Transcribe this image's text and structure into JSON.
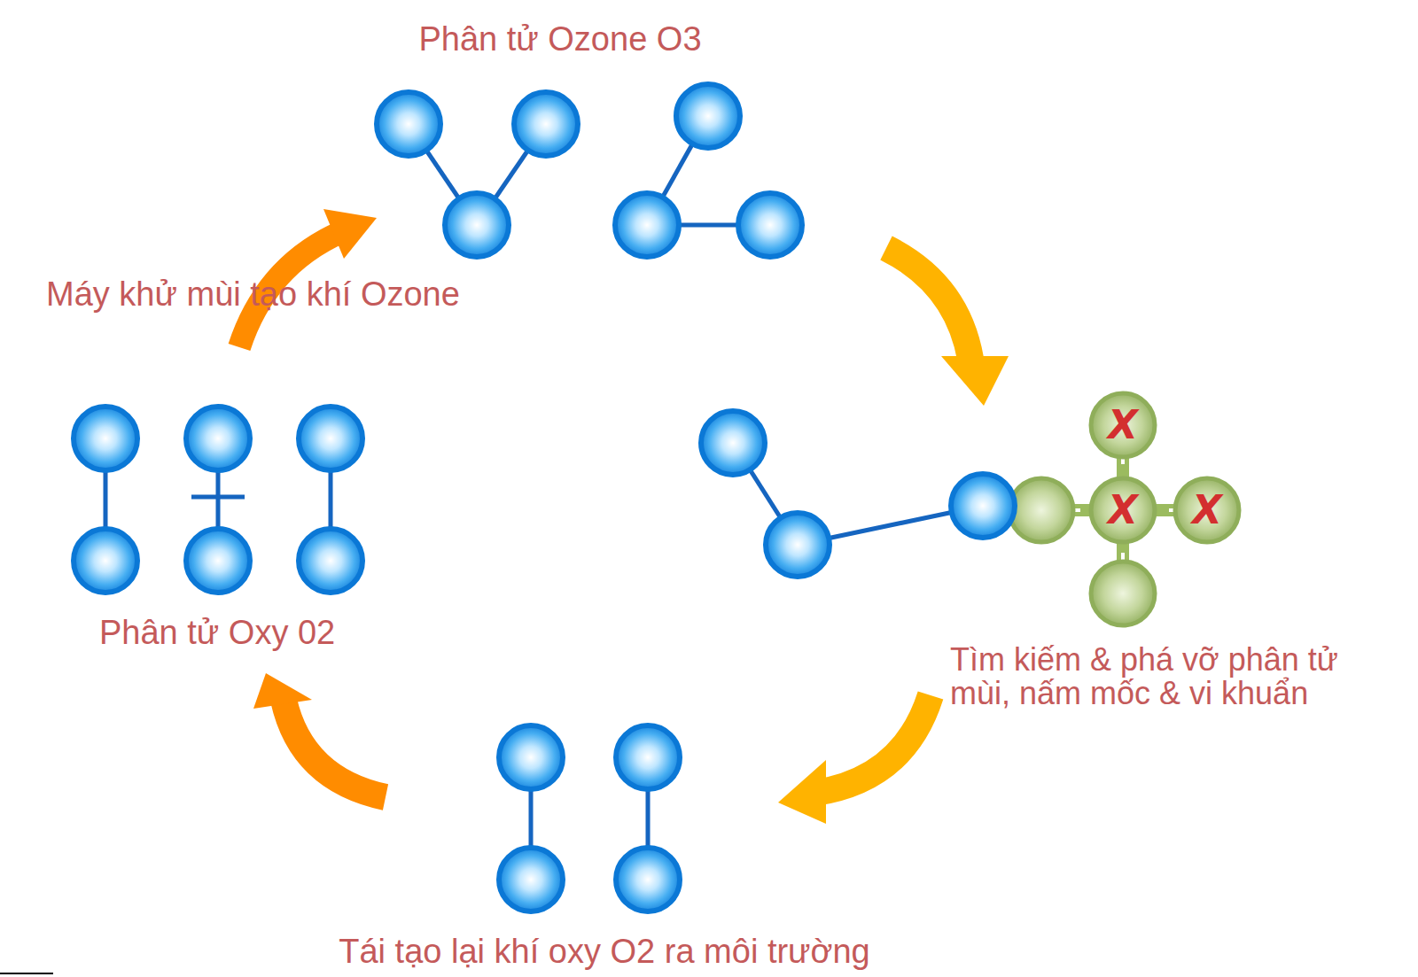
{
  "diagram": {
    "labels": [
      "Phân tử Ozone O3",
      "Máy khử mùi tạo khí Ozone",
      "Phân tử Oxy 02",
      "Tìm kiếm & phá vỡ phân tử mùi, nấm mốc & vi khuẩn",
      "Tái tạo lại khí oxy O2 ra môi trường",
      "X",
      "X",
      "X"
    ]
  }
}
